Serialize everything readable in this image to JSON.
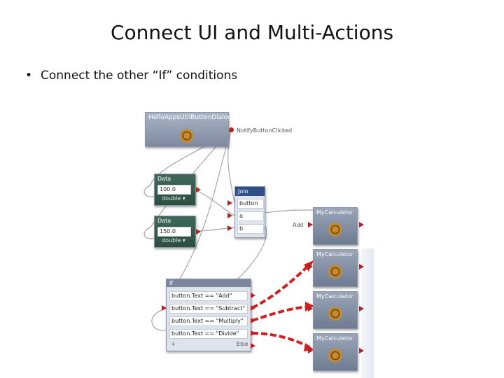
{
  "slide": {
    "title": "Connect UI and Multi-Actions",
    "bullet": "Connect the other “If” conditions"
  },
  "diagram": {
    "dialog_node": {
      "title": "HelloAppsUtilButtonDialog",
      "event_label": "NotifyButtonClicked",
      "icon": "gear-icon"
    },
    "data_nodes": [
      {
        "title": "Data",
        "value": "100.0",
        "type": "double ▾"
      },
      {
        "title": "Data",
        "value": "150.0",
        "type": "double ▾"
      }
    ],
    "join_node": {
      "title": "Join",
      "slots": [
        "button",
        "a",
        "b"
      ]
    },
    "add_label": "Add",
    "calculator_nodes": [
      {
        "title": "MyCalculator"
      },
      {
        "title": "MyCalculator"
      },
      {
        "title": "MyCalculator"
      },
      {
        "title": "MyCalculator"
      }
    ],
    "if_node": {
      "title": "If",
      "conditions": [
        "button.Text == \"Add\"",
        "button.Text == \"Subtract\"",
        "button.Text == \"Multiply\"",
        "button.Text == \"Divide\""
      ],
      "add_symbol": "+",
      "else_label": "Else"
    },
    "colors": {
      "connector": "#b52020",
      "wire": "#a6a6a6",
      "arrow": "#d21f1f"
    }
  }
}
